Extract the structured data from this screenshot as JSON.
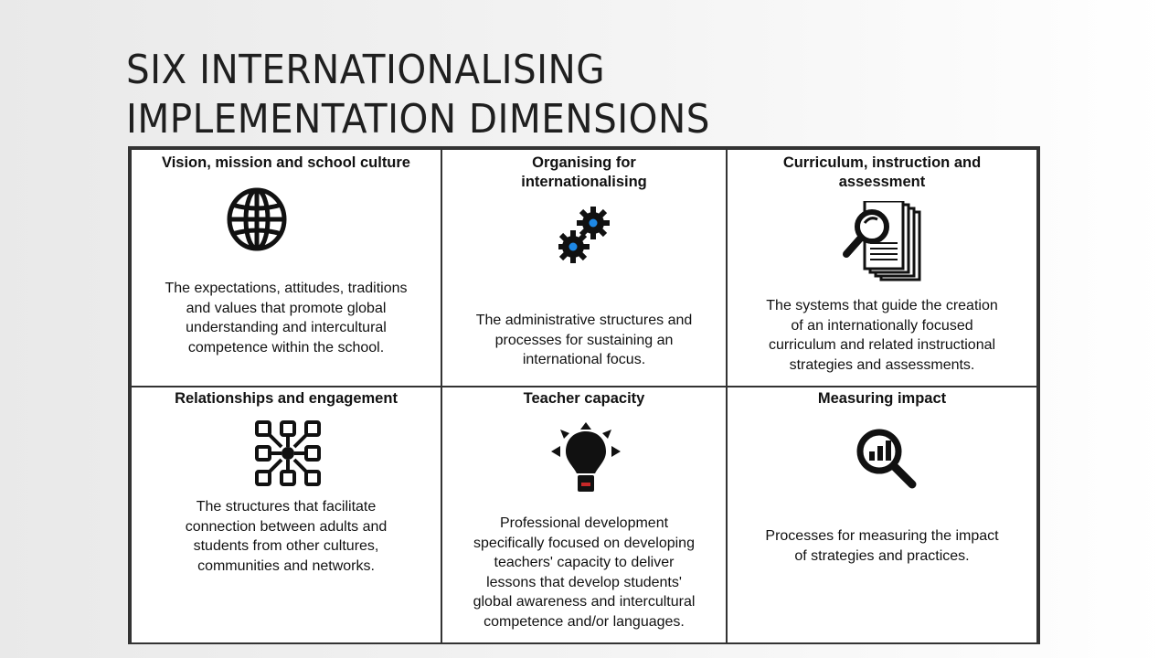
{
  "slide": {
    "title_line1": "SIX INTERNATIONALISING",
    "title_line2": "IMPLEMENTATION DIMENSIONS"
  },
  "dimensions": [
    {
      "title": "Vision, mission and school culture",
      "icon": "globe-icon",
      "description": "The expectations, attitudes, traditions\nand values that promote global\nunderstanding and intercultural\ncompetence within the school."
    },
    {
      "title": "Organising for\ninternationalising",
      "icon": "gears-icon",
      "description": "The administrative structures and\nprocesses for sustaining an\ninternational focus."
    },
    {
      "title": "Curriculum, instruction and\nassessment",
      "icon": "magnifier-documents-icon",
      "description": "The systems that guide the creation\nof an internationally focused\ncurriculum and related instructional\nstrategies and assessments."
    },
    {
      "title": "Relationships and engagement",
      "icon": "network-icon",
      "description": "The structures that facilitate\nconnection between adults and\nstudents from other cultures,\ncommunities and networks."
    },
    {
      "title": "Teacher capacity",
      "icon": "lightbulb-icon",
      "description": "Professional development\nspecifically focused on developing\nteachers' capacity to deliver\nlessons that develop students'\nglobal awareness and intercultural\ncompetence and/or languages."
    },
    {
      "title": "Measuring impact",
      "icon": "analytics-magnifier-icon",
      "description": "Processes for measuring the impact\nof strategies and practices."
    }
  ],
  "colors": {
    "gear_accent": "#1e88e5",
    "icon_fill": "#111111",
    "bulb_base": "#c62828"
  }
}
